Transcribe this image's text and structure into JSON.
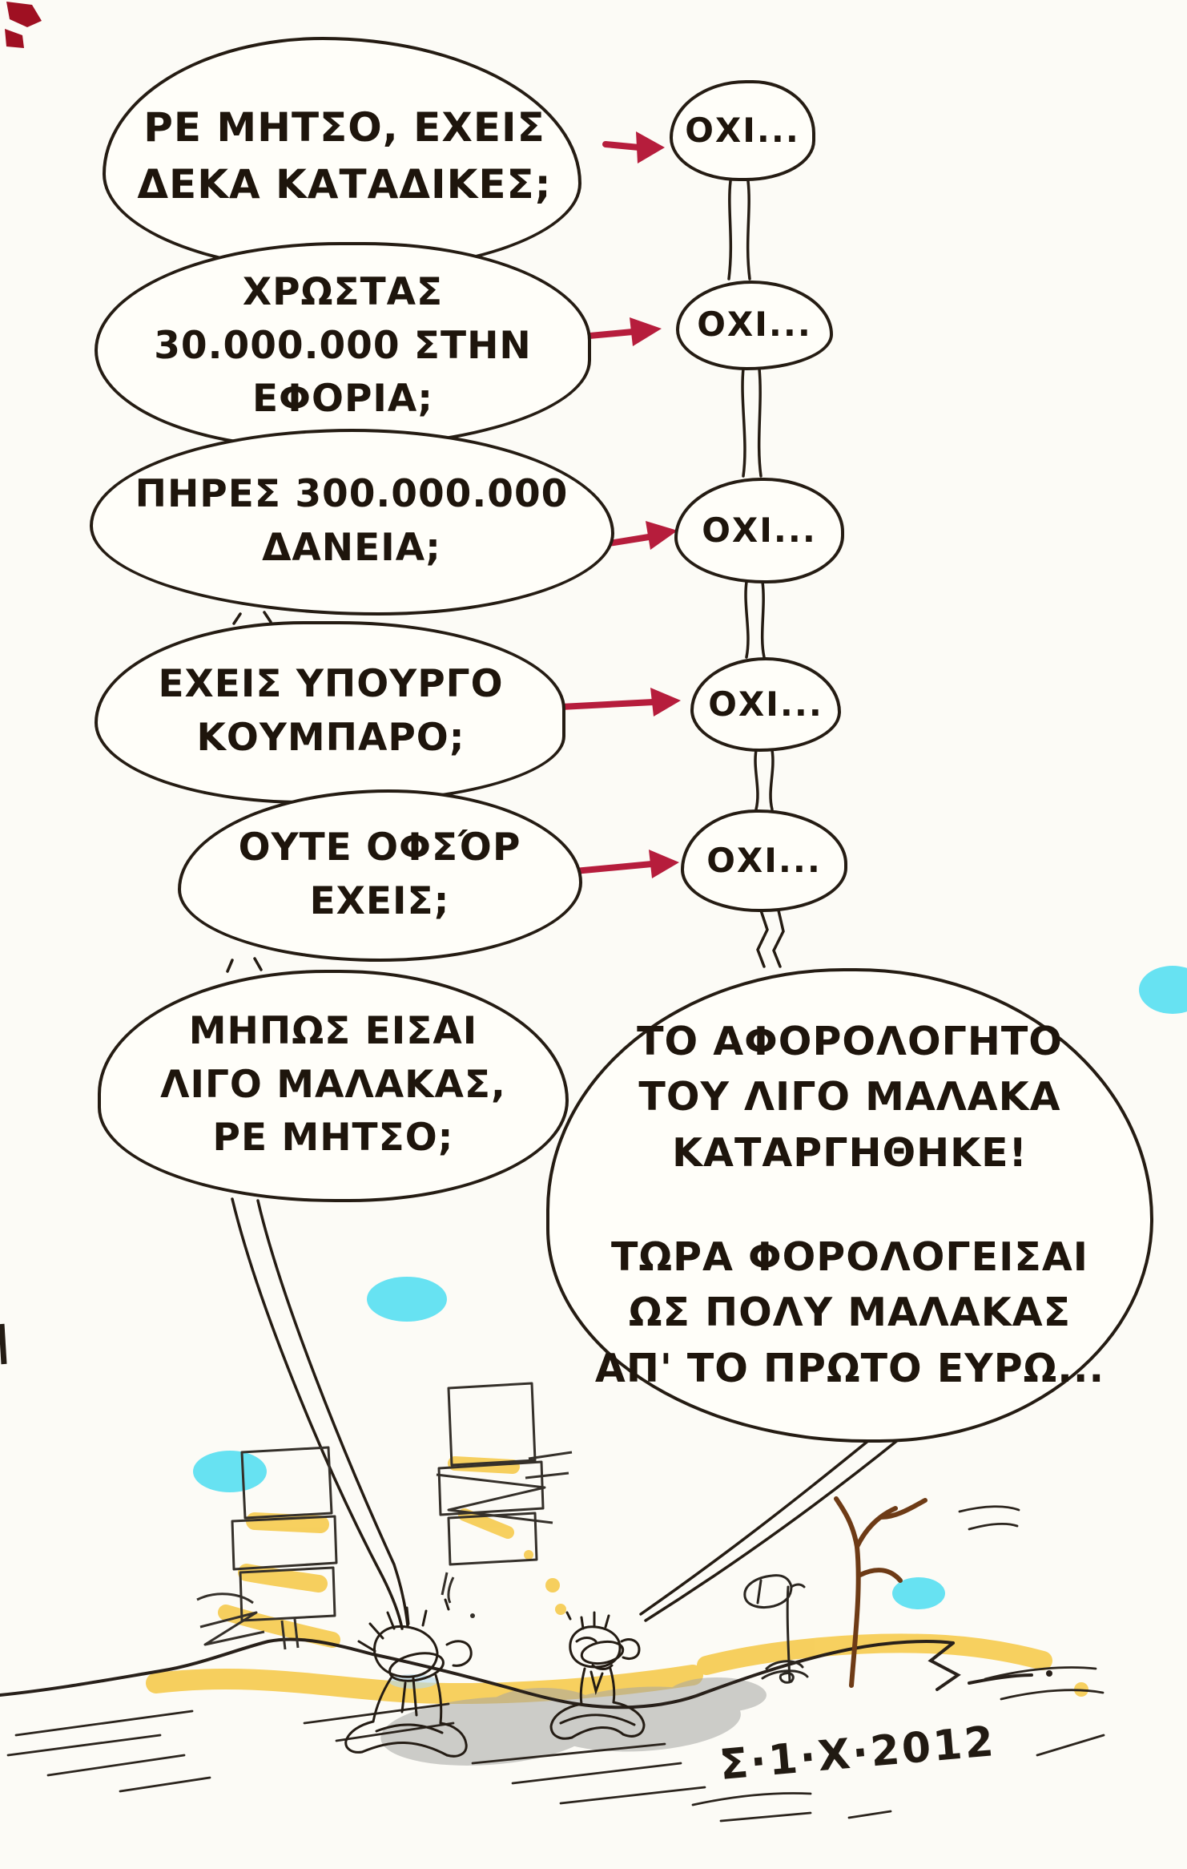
{
  "cartoon": {
    "questions": [
      "ΡΕ ΜΗΤΣΟ, ΕΧΕΙΣ\nΔΕΚΑ ΚΑΤΑΔΙΚΕΣ;",
      "ΧΡΩΣΤΑΣ\n30.000.000 ΣΤΗΝ\nΕΦΟΡΙΑ;",
      "ΠΗΡΕΣ 300.000.000\nΔΑΝΕΙΑ;",
      "ΕΧΕΙΣ ΥΠΟΥΡΓΟ\nΚΟΥΜΠΑΡΟ;",
      "ΟΥΤΕ ΟΦΣΌΡ\nΕΧΕΙΣ;",
      "ΜΗΠΩΣ ΕΙΣΑΙ\nΛΙΓΟ ΜΑΛΑΚΑΣ,\nΡΕ ΜΗΤΣΟ;"
    ],
    "answers": [
      "ΟΧΙ...",
      "ΟΧΙ...",
      "ΟΧΙ...",
      "ΟΧΙ...",
      "ΟΧΙ..."
    ],
    "punchline": {
      "part1": "ΤΟ ΑΦΟΡΟΛΟΓΗΤΟ\nΤΟΥ ΛΙΓΟ ΜΑΛΑΚΑ\nΚΑΤΑΡΓΗΘΗΚΕ!",
      "part2": "ΤΩΡΑ ΦΟΡΟΛΟΓΕΙΣΑΙ\nΩΣ ΠΟΛΥ ΜΑΛΑΚΑΣ\nΑΠ' ΤΟ ΠΡΩΤΟ ΕΥΡΩ..."
    },
    "signature": "Σ·1·Χ·2012",
    "colors": {
      "ink": "#251c13",
      "arrow_red": "#b61d3c",
      "sky_cyan": "#57dff2",
      "ground_yellow": "#f6c94a",
      "shadow_gray": "#a6a6a3",
      "tree_brown": "#6e3b16"
    }
  }
}
